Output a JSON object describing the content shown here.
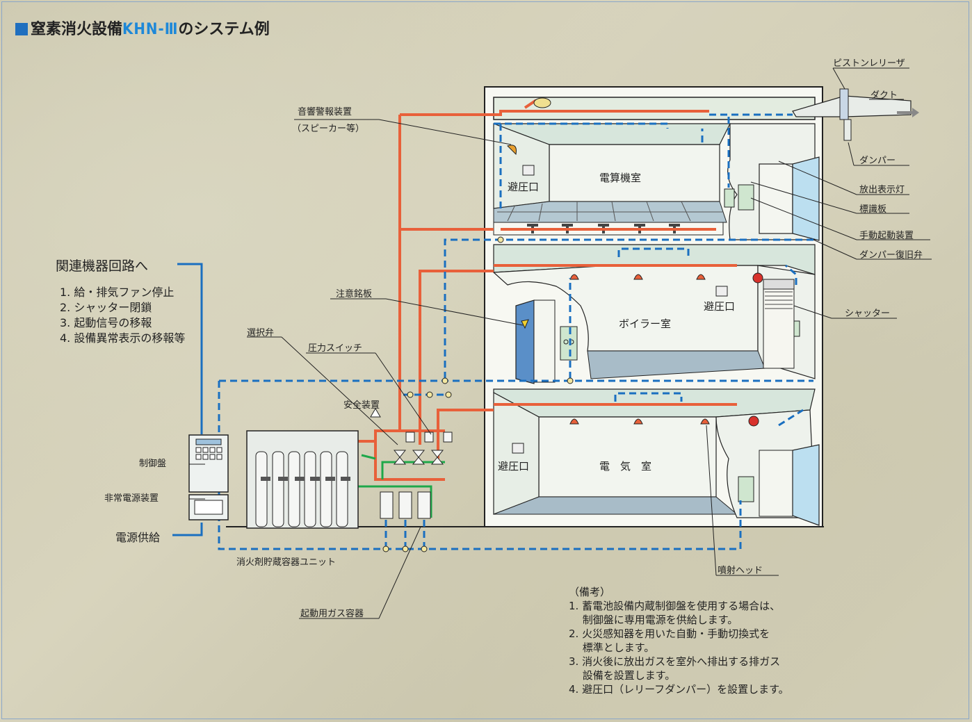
{
  "title": {
    "prefix": "窒素消火設備",
    "model": "KHN-Ⅲ",
    "suffix": "のシステム例"
  },
  "rooms": {
    "computer": "電算機室",
    "boiler": "ボイラー室",
    "electric": "電　気　室"
  },
  "vents": {
    "v1": "避圧口",
    "v2": "避圧口",
    "v3": "避圧口"
  },
  "labels": {
    "piston": "ピストンレリーザ",
    "duct": "ダクト",
    "damper": "ダンパー",
    "release_lamp": "放出表示灯",
    "sign": "標識板",
    "manual": "手動起動装置",
    "damper_reset": "ダンパー復旧弁",
    "shutter": "シャッター",
    "alarm1": "音響警報装置",
    "alarm2": "（スピーカー等）",
    "caution": "注意銘板",
    "selector": "選択弁",
    "pressure_switch": "圧力スイッチ",
    "safety": "安全装置",
    "control_panel": "制御盤",
    "emergency_power": "非常電源装置",
    "power_supply": "電源供給",
    "storage_unit": "消火剤貯蔵容器ユニット",
    "start_gas": "起動用ガス容器",
    "nozzle": "噴射ヘッド"
  },
  "related": {
    "heading": "関連機器回路へ",
    "items": [
      "1. 給・排気ファン停止",
      "2. シャッター閉鎖",
      "3. 起動信号の移報",
      "4. 設備異常表示の移報等"
    ]
  },
  "notes": {
    "heading": "（備考）",
    "lines": [
      "1. 蓄電池設備内蔵制御盤を使用する場合は、",
      "　  制御盤に専用電源を供給します。",
      "2. 火災感知器を用いた自動・手動切換式を",
      "　  標準とします。",
      "3. 消火後に放出ガスを室外へ排出する排ガス",
      "　  設備を設置します。",
      "4. 避圧口（レリーフダンパー）を設置します。"
    ]
  },
  "colors": {
    "red_pipe": "#e8603a",
    "blue_line": "#1a6fc0",
    "green_pipe": "#1ea84a",
    "wall": "#f4f6ee",
    "floor": "#a8bcc8",
    "title_accent": "#1e88d8"
  }
}
